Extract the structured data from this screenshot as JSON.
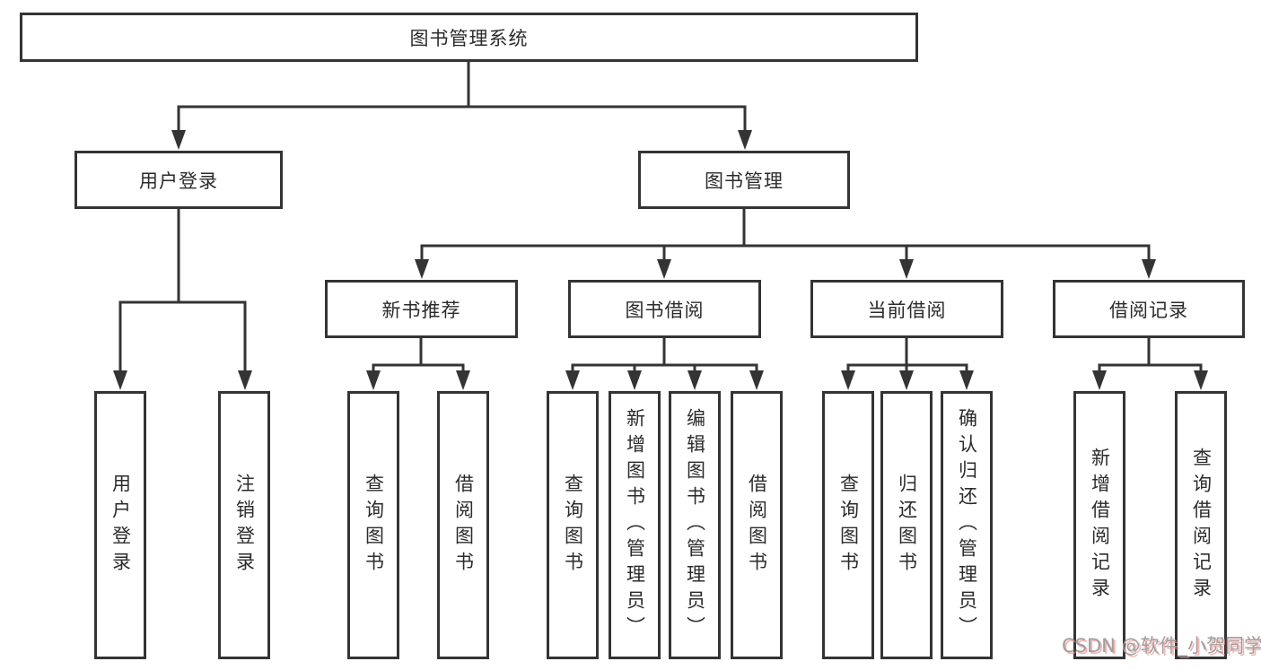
{
  "diagram": {
    "type": "tree",
    "root": {
      "label": "图书管理系统"
    },
    "level2": [
      {
        "label": "用户登录",
        "children": [
          {
            "label": "用户登录"
          },
          {
            "label": "注销登录"
          }
        ]
      },
      {
        "label": "图书管理",
        "children": [
          {
            "label": "新书推荐",
            "children": [
              {
                "label": "查询图书"
              },
              {
                "label": "借阅图书"
              }
            ]
          },
          {
            "label": "图书借阅",
            "children": [
              {
                "label": "查询图书"
              },
              {
                "label": "新增图书（管理员）"
              },
              {
                "label": "编辑图书（管理员）"
              },
              {
                "label": "借阅图书"
              }
            ]
          },
          {
            "label": "当前借阅",
            "children": [
              {
                "label": "查询图书"
              },
              {
                "label": "归还图书"
              },
              {
                "label": "确认归还（管理员）"
              }
            ]
          },
          {
            "label": "借阅记录",
            "children": [
              {
                "label": "新增借阅记录"
              },
              {
                "label": "查询借阅记录"
              }
            ]
          }
        ]
      }
    ]
  },
  "colors": {
    "line": "#343434",
    "text": "#2b2b2b",
    "watermark_gray": "#9f9f9f",
    "watermark_pink": "#f08c8c"
  },
  "watermark": {
    "text": "CSDN @软件_小贺同学"
  }
}
